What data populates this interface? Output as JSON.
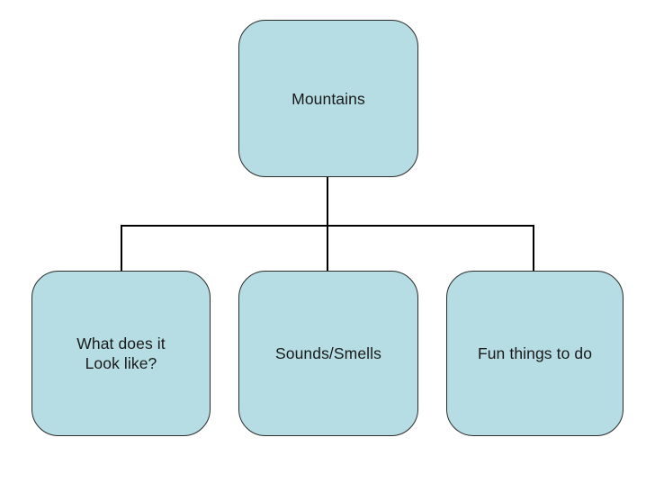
{
  "diagram": {
    "type": "hierarchy-tree",
    "background_color": "#ffffff",
    "node_fill_color": "#b5dde3",
    "node_border_color": "#2b2b2b",
    "connector_color": "#000000",
    "text_color": "#1a1a1a",
    "root": {
      "label": "Mountains"
    },
    "children": [
      {
        "label": "What does it\nLook like?"
      },
      {
        "label": "Sounds/Smells"
      },
      {
        "label": "Fun things to do"
      }
    ]
  }
}
